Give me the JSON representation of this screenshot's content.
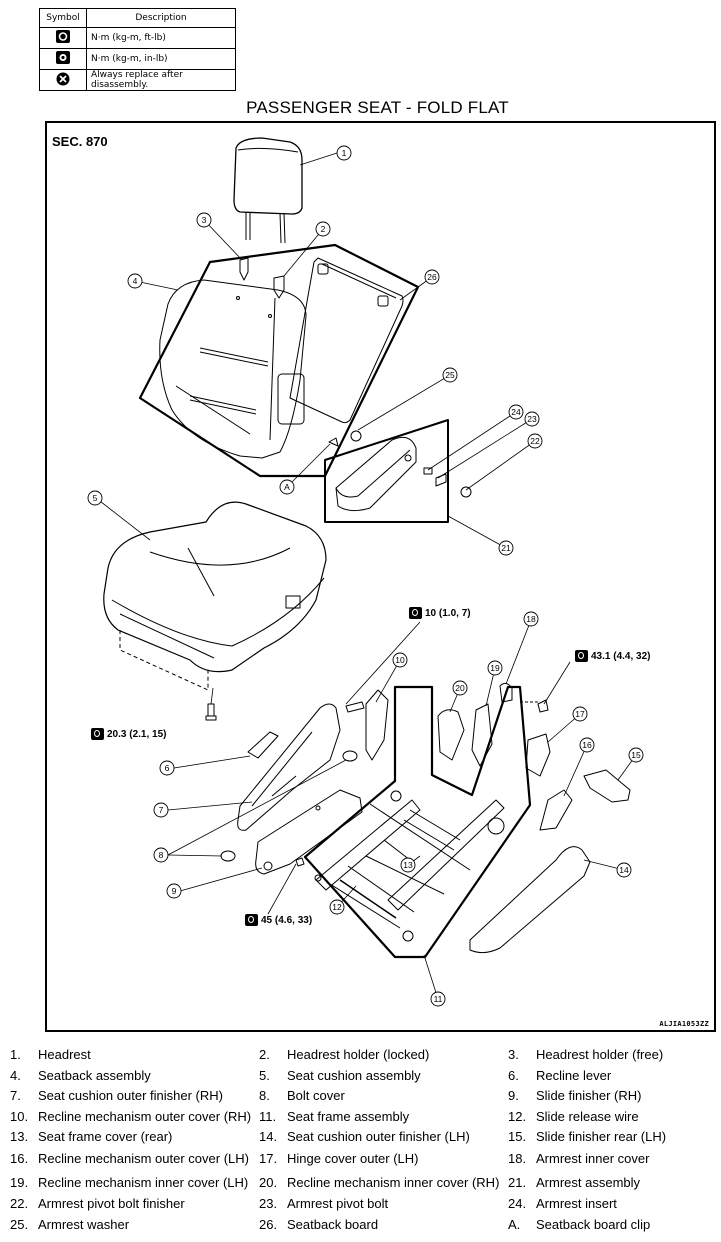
{
  "legend": {
    "header": {
      "symbol": "Symbol",
      "description": "Description"
    },
    "rows": [
      {
        "icon": "torque-wrench-icon",
        "text": "N·m (kg-m, ft-lb)"
      },
      {
        "icon": "torque-wrench-small-icon",
        "text": "N·m (kg-m, in-lb)"
      },
      {
        "icon": "replace-icon",
        "text": "Always replace after disassembly."
      }
    ]
  },
  "title": "PASSENGER SEAT - FOLD FLAT",
  "section": "SEC. 870",
  "figure_id": "ALJIA1053ZZ",
  "torques": [
    {
      "id": "t1",
      "text": "10 (1.0, 7)"
    },
    {
      "id": "t2",
      "text": "43.1 (4.4, 32)"
    },
    {
      "id": "t3",
      "text": "20.3 (2.1, 15)"
    },
    {
      "id": "t4",
      "text": "45 (4.6, 33)"
    }
  ],
  "callouts": [
    "1",
    "2",
    "3",
    "4",
    "5",
    "6",
    "7",
    "8",
    "9",
    "10",
    "11",
    "12",
    "13",
    "14",
    "15",
    "16",
    "17",
    "18",
    "19",
    "20",
    "21",
    "22",
    "23",
    "24",
    "25",
    "26",
    "A"
  ],
  "parts": [
    {
      "num": "1.",
      "name": "Headrest"
    },
    {
      "num": "2.",
      "name": "Headrest holder (locked)"
    },
    {
      "num": "3.",
      "name": "Headrest holder (free)"
    },
    {
      "num": "4.",
      "name": "Seatback assembly"
    },
    {
      "num": "5.",
      "name": "Seat cushion assembly"
    },
    {
      "num": "6.",
      "name": "Recline lever"
    },
    {
      "num": "7.",
      "name": "Seat cushion outer finisher (RH)"
    },
    {
      "num": "8.",
      "name": "Bolt cover"
    },
    {
      "num": "9.",
      "name": "Slide finisher (RH)"
    },
    {
      "num": "10.",
      "name": "Recline mechanism outer cover (RH)"
    },
    {
      "num": "11.",
      "name": "Seat frame assembly"
    },
    {
      "num": "12.",
      "name": "Slide release wire"
    },
    {
      "num": "13.",
      "name": "Seat frame cover (rear)"
    },
    {
      "num": "14.",
      "name": "Seat cushion outer finisher (LH)"
    },
    {
      "num": "15.",
      "name": "Slide finisher rear (LH)"
    },
    {
      "num": "16.",
      "name": "Recline mechanism outer cover (LH)"
    },
    {
      "num": "17.",
      "name": "Hinge cover outer (LH)"
    },
    {
      "num": "18.",
      "name": "Armrest inner cover"
    },
    {
      "num": "19.",
      "name": "Recline mechanism inner cover (LH)"
    },
    {
      "num": "20.",
      "name": "Recline mechanism inner cover (RH)"
    },
    {
      "num": "21.",
      "name": "Armrest assembly"
    },
    {
      "num": "22.",
      "name": "Armrest pivot bolt finisher"
    },
    {
      "num": "23.",
      "name": "Armrest pivot bolt"
    },
    {
      "num": "24.",
      "name": "Armrest insert"
    },
    {
      "num": "25.",
      "name": "Armrest washer"
    },
    {
      "num": "26.",
      "name": "Seatback board"
    },
    {
      "num": "A.",
      "name": "Seatback board clip"
    }
  ]
}
